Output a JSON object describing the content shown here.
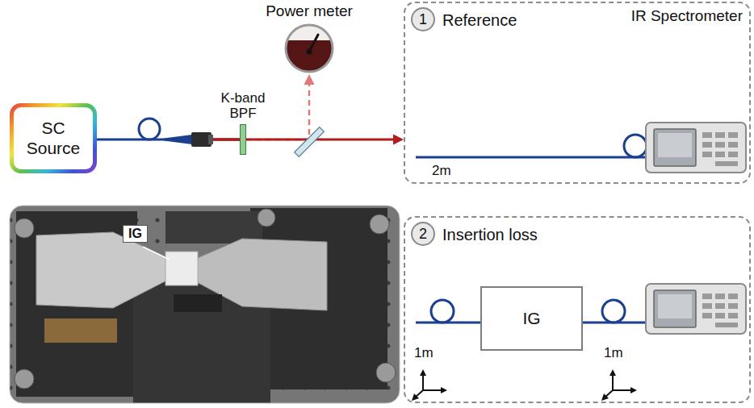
{
  "diagram": {
    "nodes": [
      {
        "text": [
          "SC Source"
        ]
      },
      {
        "text": [
          "K-band BPF"
        ]
      },
      {
        "text": [
          "Power meter"
        ]
      },
      {
        "text": [
          "Reference"
        ]
      },
      {
        "text": [
          "1"
        ],
        "in": 3
      },
      {
        "text": [
          "Insertion loss"
        ]
      },
      {
        "text": [
          "2"
        ],
        "in": 5
      },
      {
        "text": [
          "IG"
        ],
        "in": 5
      }
    ],
    "edges": [
      {
        "from": 0,
        "to": 1,
        "arrow": "none"
      },
      {
        "from": 1,
        "to": 2,
        "arrow": "to"
      },
      {
        "from": 1,
        "to": 3,
        "arrow": "to"
      }
    ],
    "labels": [
      "IR Spectrometer",
      "2m",
      "IG",
      "1m",
      "1m"
    ]
  }
}
